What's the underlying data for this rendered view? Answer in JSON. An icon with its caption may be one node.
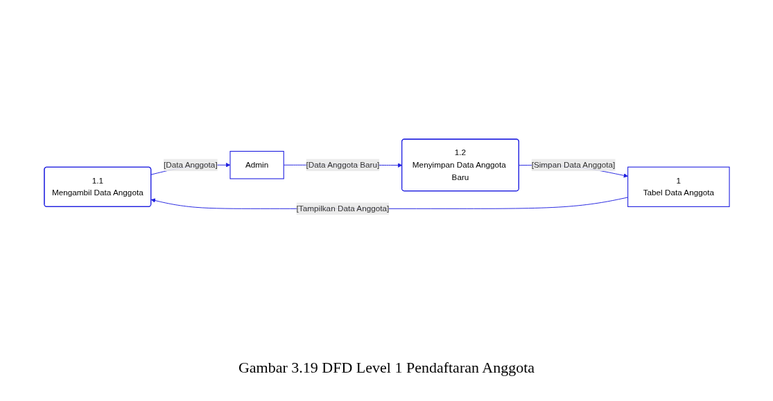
{
  "diagram": {
    "caption": "Gambar 3.19 DFD Level 1 Pendaftaran Anggota",
    "nodes": [
      {
        "text": [
          "1.1",
          "Mengambil Data Anggota"
        ]
      },
      {
        "text": [
          "Admin"
        ]
      },
      {
        "text": [
          "1",
          "Tabel Data Anggota"
        ]
      },
      {
        "text": [
          "1.2",
          "Menyimpan Data Anggota Baru"
        ]
      }
    ],
    "edges": [
      {
        "from": 0,
        "to": 1,
        "arrow": "to",
        "label": "[Data Anggota]"
      },
      {
        "from": 2,
        "to": 0,
        "arrow": "to",
        "label": "[Tampilkan Data Anggota]"
      },
      {
        "from": 1,
        "to": 3,
        "arrow": "to",
        "label": "[Data Anggota Baru]"
      },
      {
        "from": 3,
        "to": 2,
        "arrow": "to",
        "label": "[Simpan Data Anggota]"
      }
    ]
  }
}
